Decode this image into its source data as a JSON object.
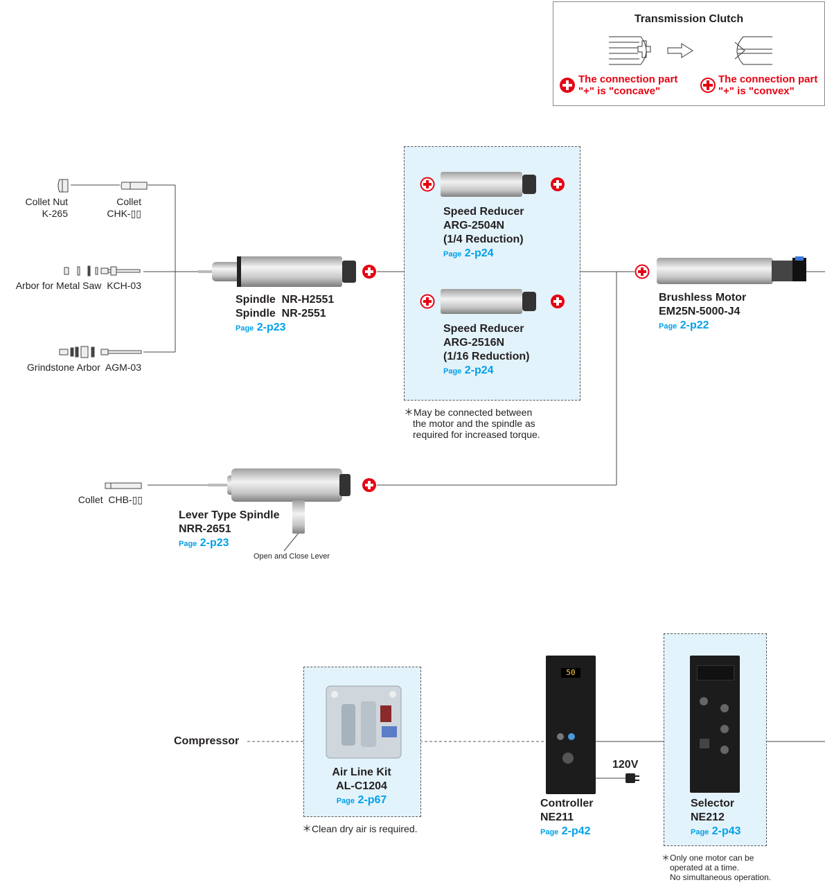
{
  "clutch": {
    "title": "Transmission Clutch",
    "concave_line1": "The connection part",
    "concave_line2": "\"+\" is \"concave\"",
    "convex_line1": "The connection part",
    "convex_line2": "\"+\" is \"convex\""
  },
  "collet_nut": {
    "name": "Collet Nut",
    "model": "K-265"
  },
  "collet_chk": {
    "name": "Collet",
    "model": "CHK-▯▯"
  },
  "arbor_saw": {
    "label": "Arbor for Metal Saw  KCH-03"
  },
  "grindstone": {
    "label": "Grindstone Arbor  AGM-03"
  },
  "collet_chb": {
    "label": "Collet  CHB-▯▯"
  },
  "spindle": {
    "line1": "Spindle  NR-H2551",
    "line2": "Spindle  NR-2551",
    "page_word": "Page",
    "page": "2-p23"
  },
  "reducer1": {
    "line1": "Speed Reducer",
    "line2": "ARG-2504N",
    "line3": "(1/4 Reduction)",
    "page_word": "Page",
    "page": "2-p24"
  },
  "reducer2": {
    "line1": "Speed Reducer",
    "line2": "ARG-2516N",
    "line3": "(1/16 Reduction)",
    "page_word": "Page",
    "page": "2-p24"
  },
  "reducer_note": {
    "line1": "＊May be connected between",
    "line2": "the motor and the spindle as",
    "line3": "required for increased torque."
  },
  "motor": {
    "line1": "Brushless Motor",
    "line2": "EM25N-5000-J4",
    "page_word": "Page",
    "page": "2-p22"
  },
  "lever_spindle": {
    "line1": "Lever Type Spindle",
    "line2": "NRR-2651",
    "page_word": "Page",
    "page": "2-p23",
    "lever_label": "Open and Close Lever"
  },
  "compressor": {
    "label": "Compressor"
  },
  "airkit": {
    "line1": "Air Line Kit",
    "line2": "AL-C1204",
    "page_word": "Page",
    "page": "2-p67",
    "note": "＊Clean dry air is required."
  },
  "controller": {
    "line1": "Controller",
    "line2": "NE211",
    "page_word": "Page",
    "page": "2-p42",
    "voltage": "120V",
    "display": "50"
  },
  "selector": {
    "line1": "Selector",
    "line2": "NE212",
    "page_word": "Page",
    "page": "2-p43",
    "note1": "＊Only one motor can be",
    "note2": "operated at a time.",
    "note3": "No simultaneous operation."
  },
  "colors": {
    "red": "#e60012",
    "page_blue": "#00a0e9",
    "box_fill": "#e3f3fb"
  }
}
